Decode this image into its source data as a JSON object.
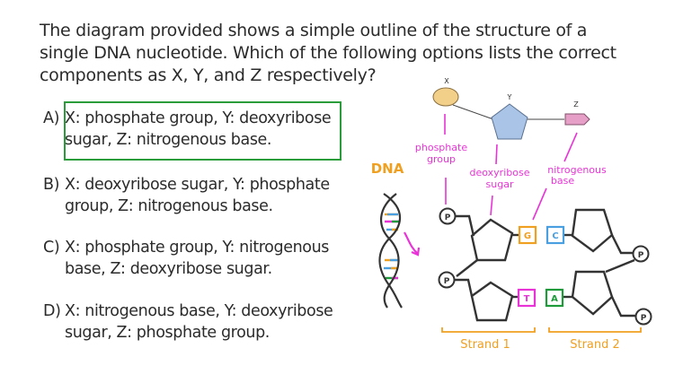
{
  "question": {
    "text": "The diagram provided shows a simple outline of the structure of a single DNA nucleotide. Which of the following options lists the correct components as X, Y, and Z respectively?"
  },
  "options": [
    {
      "letter": "A)",
      "text": "X: phosphate group, Y: deoxyribose sugar, Z: nitrogenous base.",
      "highlighted": true
    },
    {
      "letter": "B)",
      "text": "X: deoxyribose sugar, Y: phosphate group, Z: nitrogenous base.",
      "highlighted": false
    },
    {
      "letter": "C)",
      "text": "X: phosphate group, Y: nitrogenous base, Z: deoxyribose sugar.",
      "highlighted": false
    },
    {
      "letter": "D)",
      "text": "X: nitrogenous base, Y: deoxyribose sugar, Z: phosphate group.",
      "highlighted": false
    }
  ],
  "diagram": {
    "nucleotide_labels": {
      "x": "X",
      "y": "Y",
      "z": "Z"
    },
    "annotations": {
      "phosphate": "phosphate group",
      "sugar": "deoxyribose sugar",
      "base": "nitrogenous base",
      "dna": "DNA",
      "phosphate_symbol": "P"
    },
    "bases": {
      "g": "G",
      "c": "C",
      "t": "T",
      "a": "A"
    },
    "strands": {
      "strand1": "Strand 1",
      "strand2": "Strand 2"
    },
    "colors": {
      "answer_box": "#2a9d3a",
      "annotation": "#e834d6",
      "orange": "#f0a020",
      "blue": "#4a9fe0",
      "green": "#1e9a3a",
      "magenta": "#e834d6",
      "phosphate_fill": "#f3d08a",
      "sugar_fill": "#a9c4e6",
      "base_fill": "#e6a0c8"
    }
  }
}
